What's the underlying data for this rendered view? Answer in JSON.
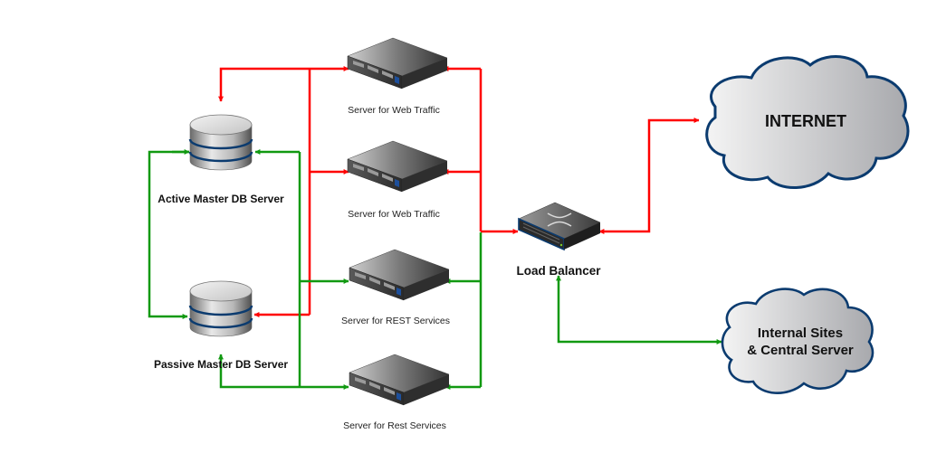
{
  "diagram": {
    "colors": {
      "red_link": "#ff0000",
      "green_link": "#119911",
      "cloud_stroke": "#0b3b6f",
      "db_band": "#0b3b6f"
    },
    "nodes": {
      "active_db": {
        "label": "Active Master DB Server",
        "icon": "database-icon"
      },
      "passive_db": {
        "label": "Passive Master DB Server",
        "icon": "database-icon"
      },
      "web1": {
        "label": "Server for Web Traffic",
        "icon": "rack-server-icon"
      },
      "web2": {
        "label": "Server for Web Traffic",
        "icon": "rack-server-icon"
      },
      "rest1": {
        "label": "Server for REST Services",
        "icon": "rack-server-icon"
      },
      "rest2": {
        "label": "Server for Rest Services",
        "icon": "rack-server-icon"
      },
      "load_balancer": {
        "label": "Load Balancer",
        "icon": "network-switch-icon"
      },
      "internet": {
        "label": "INTERNET",
        "icon": "cloud-icon"
      },
      "internal": {
        "label_line1": "Internal Sites",
        "label_line2": "& Central Server",
        "icon": "cloud-icon"
      }
    },
    "links": [
      {
        "from": "load_balancer",
        "to": "internet",
        "color": "red",
        "direction": "bidirectional"
      },
      {
        "from": "load_balancer",
        "to": "web1",
        "color": "red"
      },
      {
        "from": "load_balancer",
        "to": "web2",
        "color": "red"
      },
      {
        "from": "load_balancer",
        "to": "rest1",
        "color": "green"
      },
      {
        "from": "load_balancer",
        "to": "rest2",
        "color": "green"
      },
      {
        "from": "internal",
        "to": "load_balancer",
        "color": "green"
      },
      {
        "from": "web_servers",
        "to": "active_db",
        "color": "red"
      },
      {
        "from": "web_servers",
        "to": "passive_db",
        "color": "red"
      },
      {
        "from": "rest_servers",
        "to": "active_db",
        "color": "green"
      },
      {
        "from": "rest_servers",
        "to": "passive_db",
        "color": "green"
      },
      {
        "from": "active_db",
        "to": "passive_db",
        "color": "green",
        "direction": "bidirectional"
      }
    ]
  }
}
